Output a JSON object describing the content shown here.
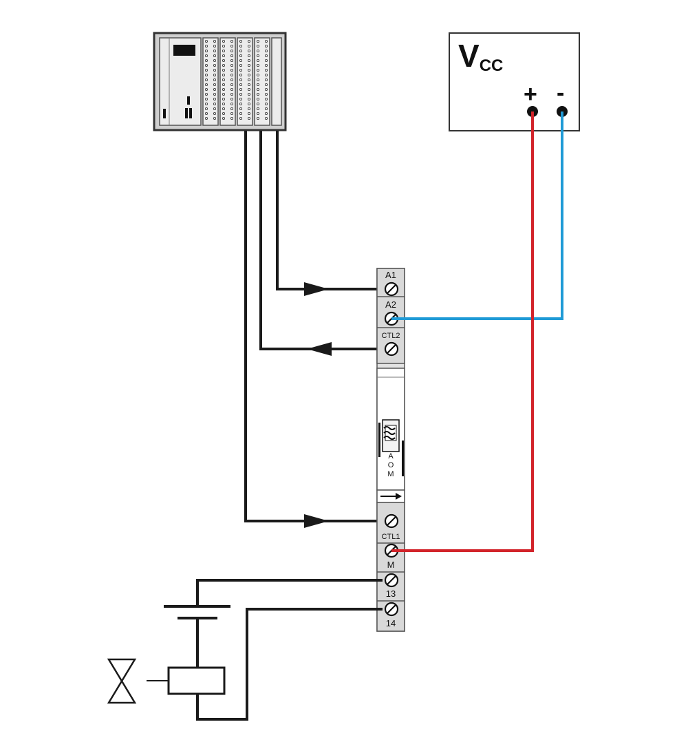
{
  "power_supply": {
    "label_main": "V",
    "label_sub": "CC",
    "plus": "+",
    "minus": "-"
  },
  "relay": {
    "terminals": {
      "a1": "A1",
      "a2": "A2",
      "ctl2": "CTL2",
      "ctl1": "CTL1",
      "m": "M",
      "t13": "13",
      "t14": "14"
    },
    "mode_letters": [
      "A",
      "O",
      "M"
    ]
  },
  "colors": {
    "wire": "#1a1a1a",
    "positive": "#d2232a",
    "negative": "#1f9ad6",
    "module_fill": "#d9d9d9",
    "plc_fill": "#cfcfcf"
  }
}
